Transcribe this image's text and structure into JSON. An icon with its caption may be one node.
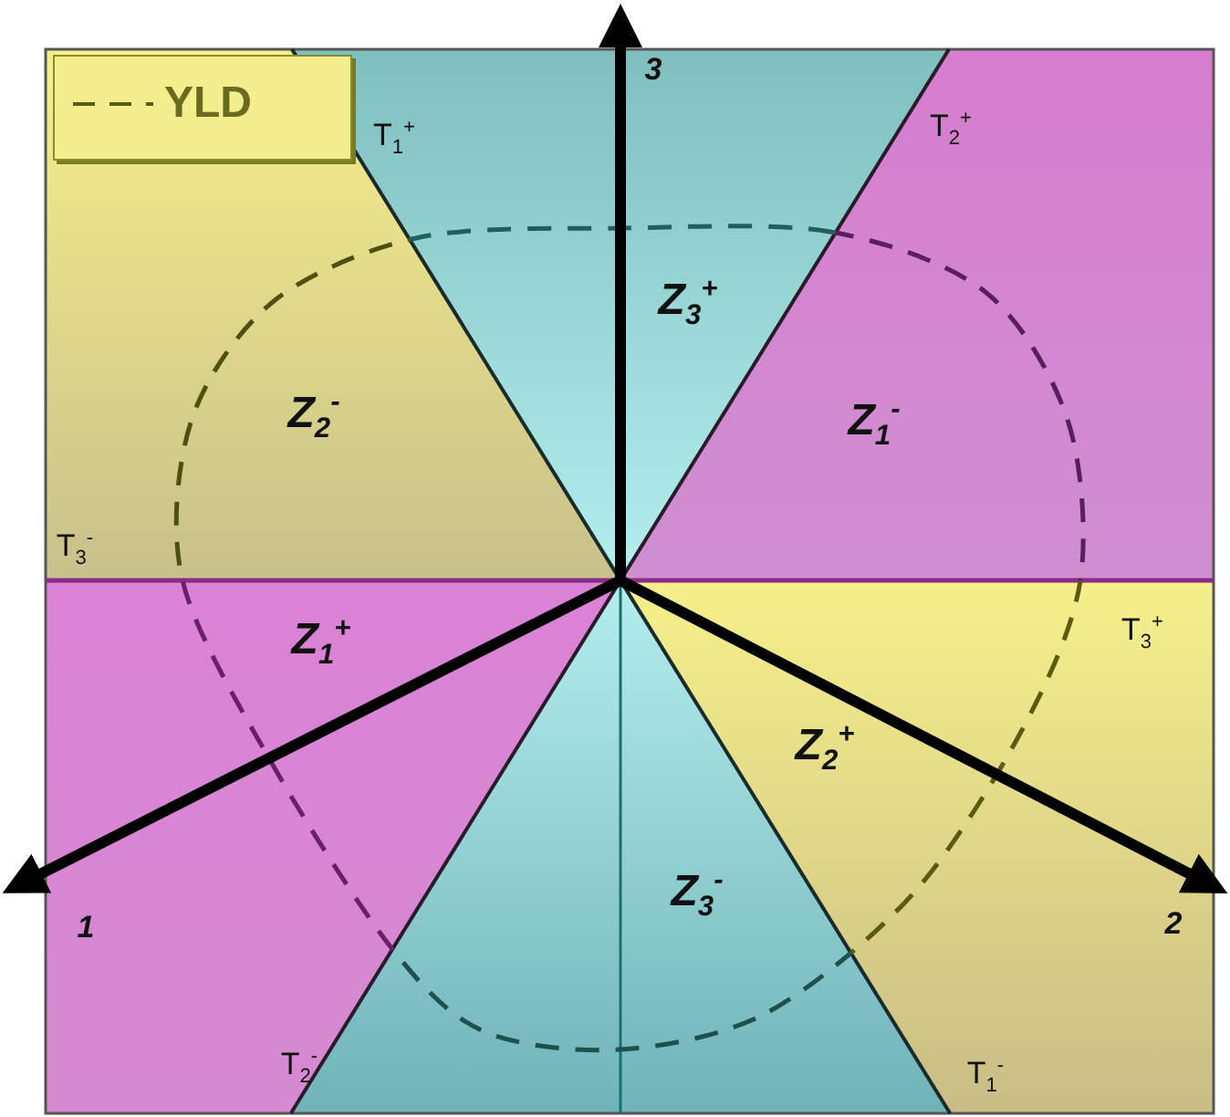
{
  "diagram": {
    "labels": [
      "3",
      "T$_{1}$$^{+}$",
      "T$_{2}$$^{+}$",
      "Z$_{3}$$^{+}$",
      "Z$_{2}$$^{-}$",
      "Z$_{1}$$^{-}$",
      "T$_{3}$$^{-}$",
      "T$_{3}$$^{+}$",
      "Z$_{1}$$^{+}$",
      "Z$_{2}$$^{+}$",
      "Z$_{3}$$^{-}$",
      "1",
      "2",
      "T$_{2}$$^{-}$",
      "T$_{1}$$^{-}$"
    ],
    "legend": [
      {
        "text": "YLD"
      }
    ]
  }
}
